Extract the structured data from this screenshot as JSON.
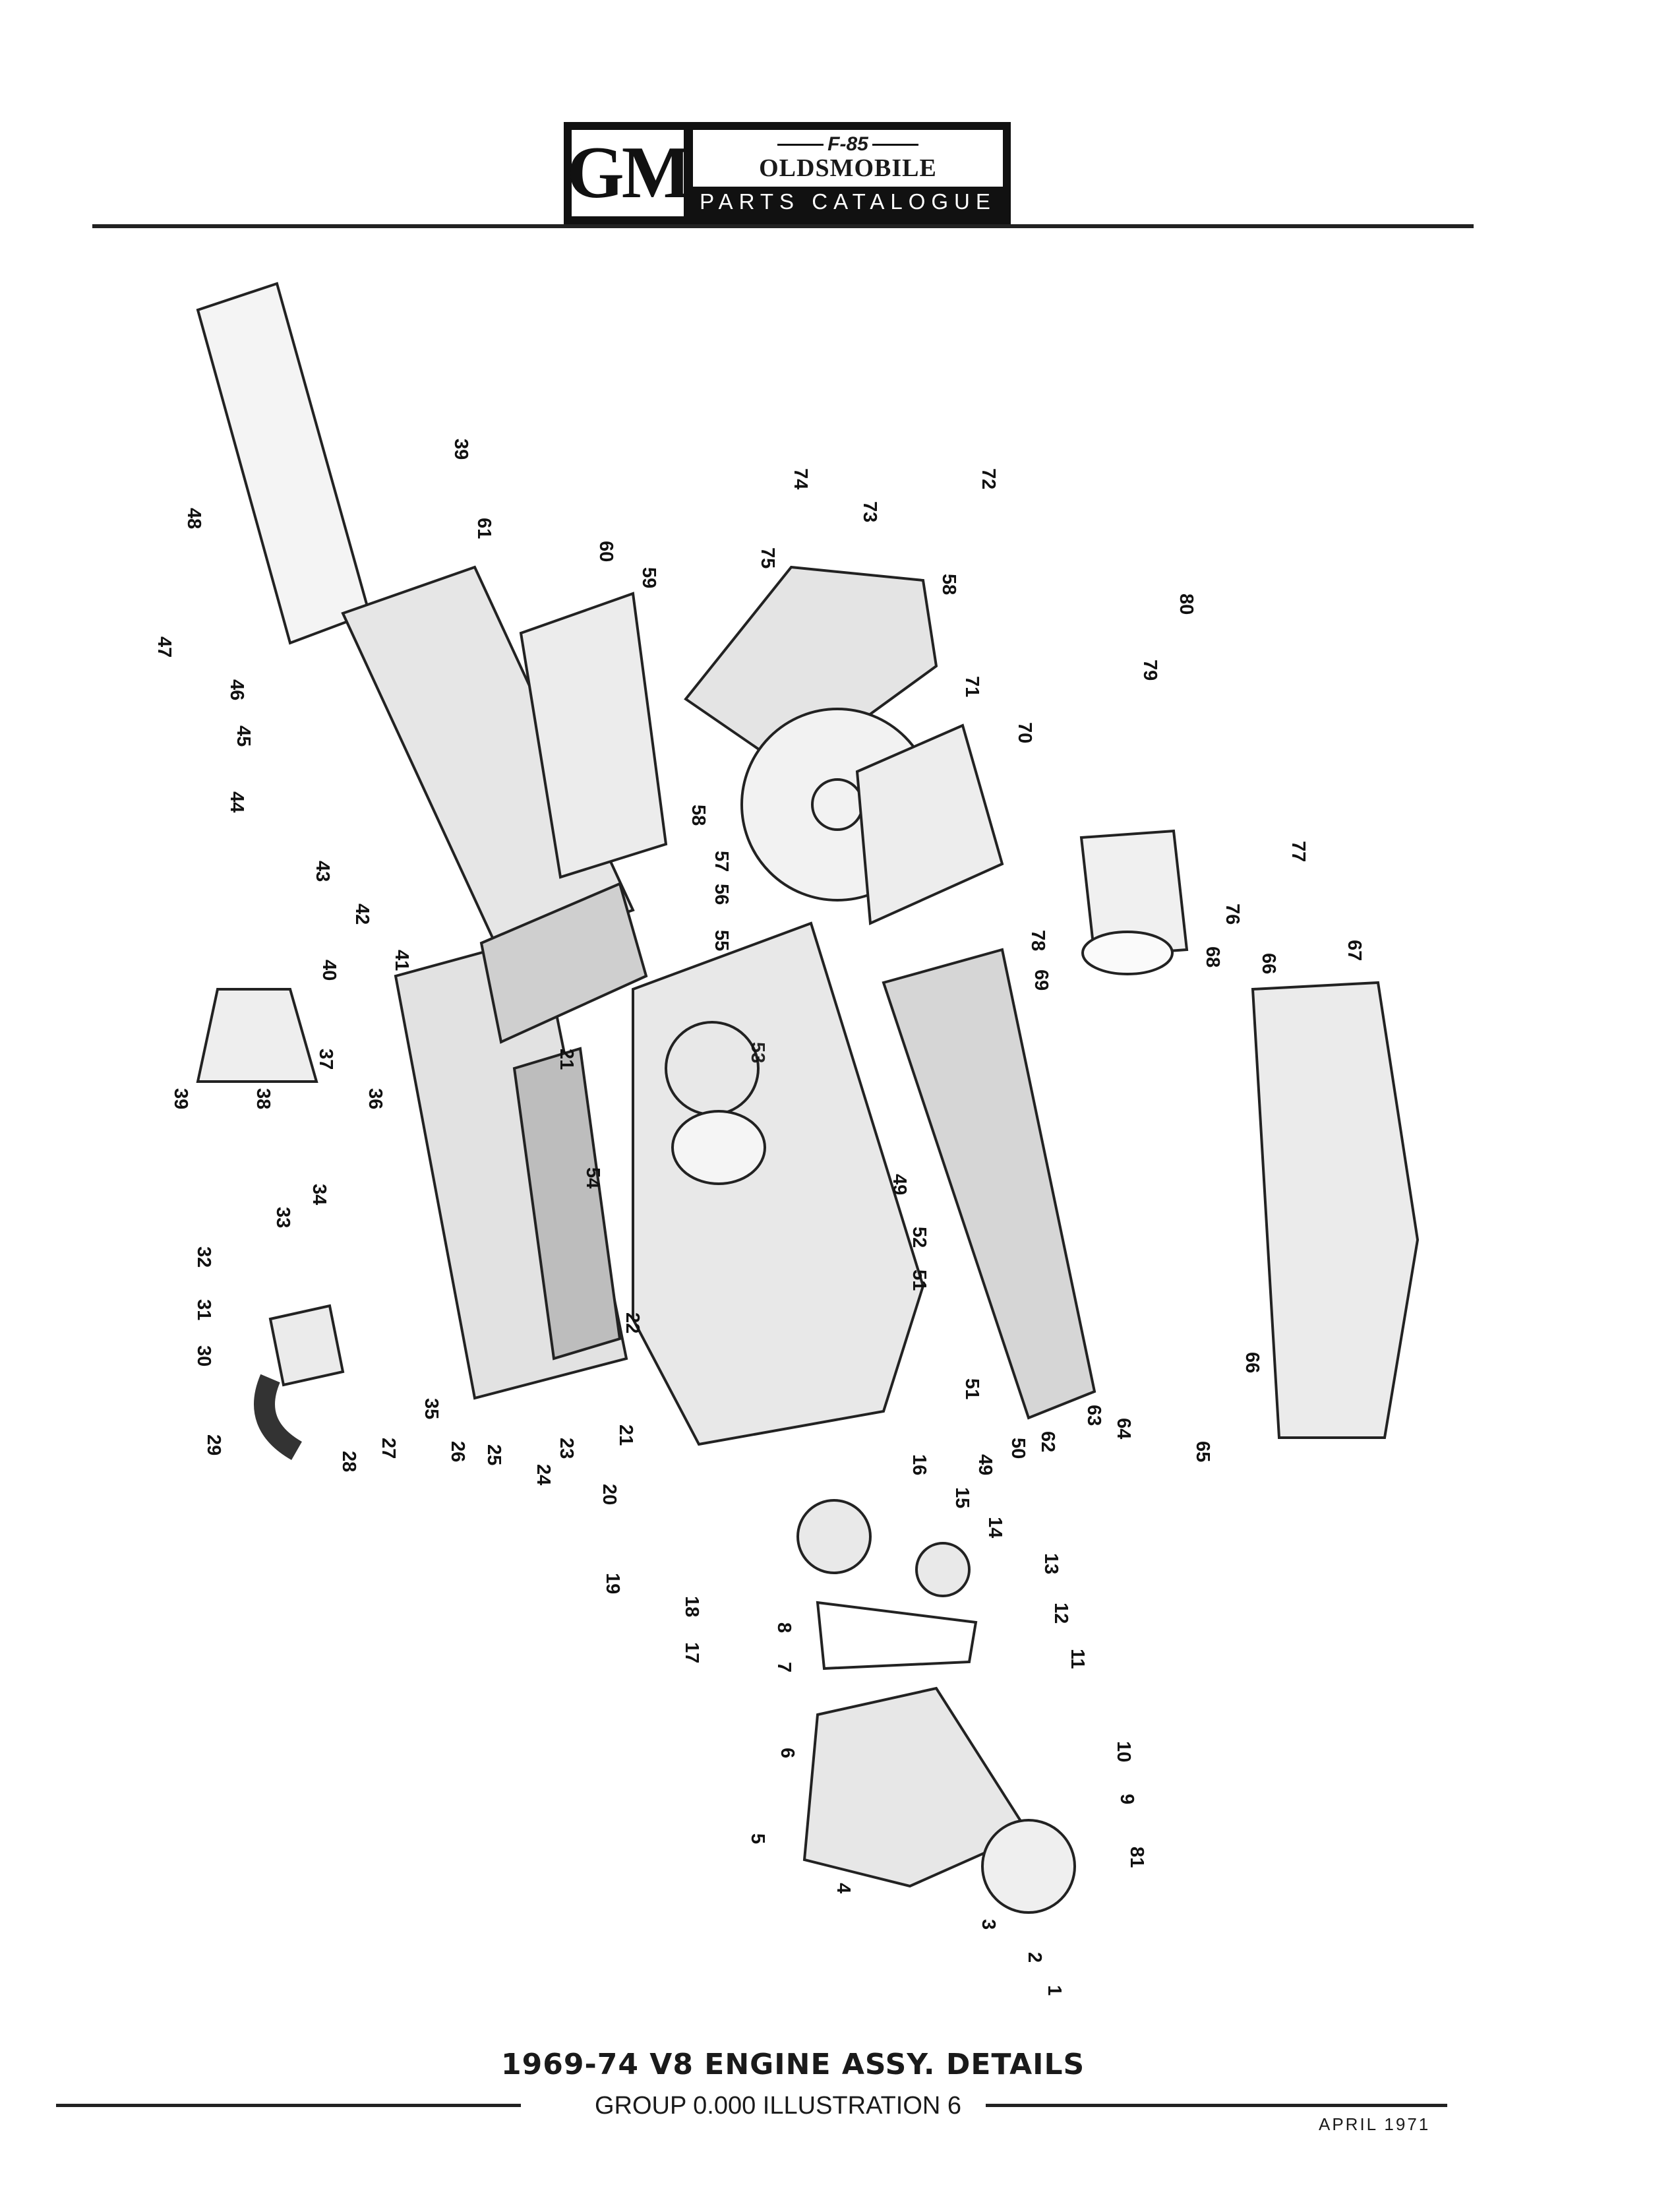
{
  "header": {
    "brand_gm": "GM",
    "model": "F-85",
    "make": "OLDSMOBILE",
    "publication": "PARTS CATALOGUE"
  },
  "diagram": {
    "caption": "1969-74 V8 ENGINE ASSY. DETAILS",
    "callouts": [
      "1",
      "2",
      "3",
      "4",
      "5",
      "6",
      "7",
      "8",
      "9",
      "10",
      "11",
      "12",
      "13",
      "14",
      "15",
      "16",
      "17",
      "18",
      "19",
      "20",
      "21",
      "21",
      "21",
      "22",
      "23",
      "24",
      "25",
      "26",
      "27",
      "28",
      "29",
      "30",
      "31",
      "32",
      "33",
      "34",
      "35",
      "36",
      "37",
      "38",
      "39",
      "39",
      "40",
      "41",
      "42",
      "43",
      "44",
      "45",
      "46",
      "47",
      "48",
      "49",
      "49",
      "50",
      "51",
      "51",
      "52",
      "53",
      "54",
      "55",
      "56",
      "57",
      "58",
      "58",
      "59",
      "60",
      "61",
      "62",
      "63",
      "64",
      "65",
      "66",
      "66",
      "67",
      "68",
      "69",
      "70",
      "71",
      "72",
      "73",
      "74",
      "75",
      "76",
      "77",
      "78",
      "79",
      "80",
      "81"
    ]
  },
  "footer": {
    "group": "GROUP 0.000 ILLUSTRATION 6",
    "date": "APRIL 1971"
  }
}
